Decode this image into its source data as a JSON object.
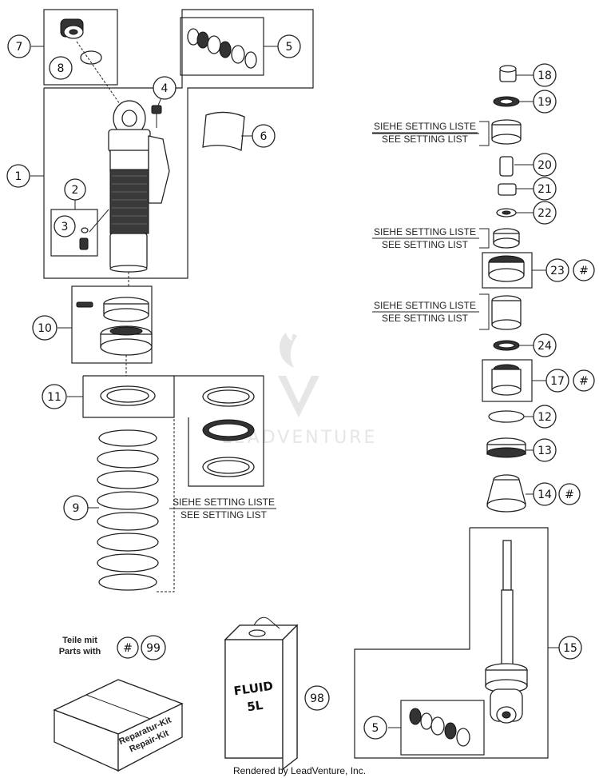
{
  "callouts": [
    {
      "id": "c7",
      "label": "7"
    },
    {
      "id": "c8",
      "label": "8"
    },
    {
      "id": "c5a",
      "label": "5"
    },
    {
      "id": "c4",
      "label": "4"
    },
    {
      "id": "c6",
      "label": "6"
    },
    {
      "id": "c1",
      "label": "1"
    },
    {
      "id": "c2",
      "label": "2"
    },
    {
      "id": "c3",
      "label": "3"
    },
    {
      "id": "c10",
      "label": "10"
    },
    {
      "id": "c11",
      "label": "11"
    },
    {
      "id": "c9",
      "label": "9"
    },
    {
      "id": "c18",
      "label": "18"
    },
    {
      "id": "c19",
      "label": "19"
    },
    {
      "id": "c20",
      "label": "20"
    },
    {
      "id": "c21",
      "label": "21"
    },
    {
      "id": "c22",
      "label": "22"
    },
    {
      "id": "c23",
      "label": "23"
    },
    {
      "id": "c23h",
      "label": "#"
    },
    {
      "id": "c24",
      "label": "24"
    },
    {
      "id": "c17",
      "label": "17"
    },
    {
      "id": "c17h",
      "label": "#"
    },
    {
      "id": "c12",
      "label": "12"
    },
    {
      "id": "c13",
      "label": "13"
    },
    {
      "id": "c14",
      "label": "14"
    },
    {
      "id": "c14h",
      "label": "#"
    },
    {
      "id": "c15",
      "label": "15"
    },
    {
      "id": "c5b",
      "label": "5"
    },
    {
      "id": "c99h",
      "label": "#"
    },
    {
      "id": "c99",
      "label": "99"
    },
    {
      "id": "c98",
      "label": "98"
    }
  ],
  "setting_notes": {
    "de": "SIEHE SETTING LISTE",
    "en": "SEE SETTING LIST"
  },
  "parts_with": {
    "de": "Teile mit",
    "en": "Parts with"
  },
  "kit_box": {
    "line1": "Reparatur-Kit",
    "line2": "Repair-Kit"
  },
  "fluid_can": {
    "line1": "FLUID",
    "line2": "5L"
  },
  "watermark": "LEADVENTURE",
  "footer": "Rendered by LeadVenture, Inc."
}
